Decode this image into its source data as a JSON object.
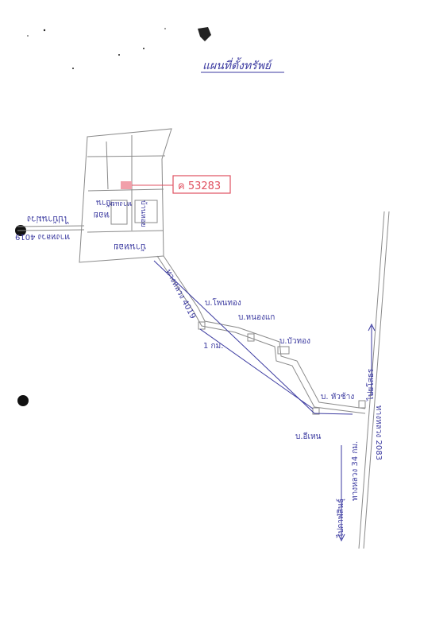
{
  "title": "แผนที่ตั้งทรัพย์",
  "deed_number": "ค 53283",
  "labels": {
    "road_left": "ไปบ้านม่วง",
    "road_left_code": "ทางหลวง 4019",
    "house_1": "บ้าน",
    "house_2": "หอย",
    "house_3": "ทางแยก",
    "house_4": "บ้านหอย",
    "house_5": "บ้านหอย",
    "road_diag": "ทางหลวง 4019",
    "point_1": "บ.โพนทอง",
    "point_2": "บ.หนองแก",
    "point_3": "บ.บัวทอง",
    "point_4": "บ.อีเหน",
    "point_5": "บ. หัวช้าง",
    "distance": "1 กม.",
    "road_right": "ทางหลวง 2083",
    "road_right_2": "ทางหลวง 34 กม.",
    "direction_north": "ไป",
    "direction_text": "ไปกาฬสินธุ์",
    "direction_arrow": "ไปยโสธร"
  },
  "colors": {
    "ink": "#3b3aa0",
    "marker": "#e05060",
    "pencil": "#8a8a8a"
  }
}
